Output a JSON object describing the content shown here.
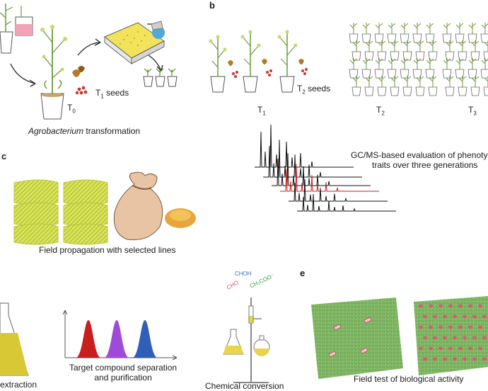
{
  "panels": {
    "b": "b",
    "c": "c",
    "e": "e"
  },
  "panel_a": {
    "gen_label": "T",
    "gen_sub": "0",
    "seeds_label_prefix": "T",
    "seeds_sub": "1",
    "seeds_label_suffix": " seeds",
    "caption_italic": "Agrobacterium",
    "caption_rest": " transformation"
  },
  "panel_b": {
    "seeds_label_prefix": "T",
    "seeds_sub": "2",
    "seeds_label_suffix": " seeds",
    "generations": [
      {
        "label": "T",
        "sub": "1"
      },
      {
        "label": "T",
        "sub": "2"
      },
      {
        "label": "T",
        "sub": "3"
      }
    ],
    "gcms_line1": "GC/MS-based evaluation of phenoty",
    "gcms_line2": "traits over three generations"
  },
  "panel_c": {
    "caption": "Field propagation with selected lines"
  },
  "panel_d": {
    "extraction": "extraction",
    "separation_line1": "Target compound separation",
    "separation_line2": "and purification",
    "conversion": "Chemical conversion",
    "formula_cho": "CHO",
    "formula_choh": "CHOH",
    "formula_chcoo": "CH₂COO⁻",
    "peak_colors": [
      "#c81e1e",
      "#a04ad8",
      "#2f5fb8"
    ]
  },
  "panel_e": {
    "caption": "Field test of biological activity"
  },
  "colors": {
    "grass": "#8cc63f",
    "field": "#7bb661",
    "hay": "#c8d84a",
    "chromatogram_red": "#d11a1a"
  }
}
